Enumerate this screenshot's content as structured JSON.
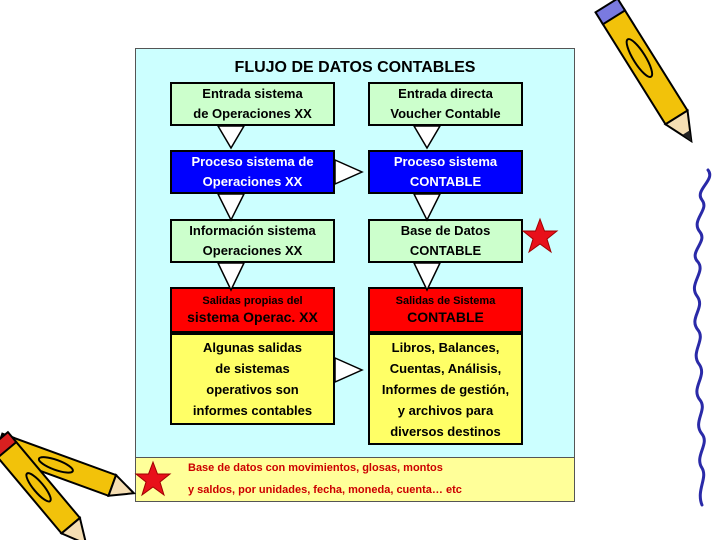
{
  "title": "FLUJO DE DATOS CONTABLES",
  "left_column": {
    "entrada": [
      "Entrada sistema",
      "de Operaciones XX"
    ],
    "proceso": [
      "Proceso sistema de",
      "Operaciones XX"
    ],
    "informacion": [
      "Información sistema",
      "Operaciones XX"
    ],
    "salidas_header": [
      "Salidas propias del",
      "sistema Operac. XX"
    ],
    "salidas_body": [
      "Algunas salidas",
      "de sistemas",
      "operativos son",
      "informes contables"
    ]
  },
  "right_column": {
    "entrada": [
      "Entrada directa",
      "Voucher Contable"
    ],
    "proceso": [
      "Proceso sistema",
      "CONTABLE"
    ],
    "base": [
      "Base de Datos",
      "CONTABLE"
    ],
    "salidas_header": [
      "Salidas de Sistema",
      "CONTABLE"
    ],
    "salidas_body": [
      "Libros, Balances,",
      "Cuentas, Análisis,",
      "Informes de gestión,",
      "y archivos para",
      "diversos destinos"
    ]
  },
  "legend": {
    "line1": "Base de datos con movimientos, glosas, montos",
    "line2": "y saldos, por unidades, fecha, moneda, cuenta… etc"
  },
  "colors": {
    "panel": "#ccffff",
    "green_box": "#ccffcc",
    "blue_box": "#0000ff",
    "red_box": "#ff0000",
    "yellow_box": "#ffff66",
    "legend_bg": "#ffff99",
    "legend_text": "#cc0000",
    "star": "#e8101a"
  },
  "icons": [
    "star-icon",
    "pencil-icon",
    "squiggle-line-icon"
  ]
}
